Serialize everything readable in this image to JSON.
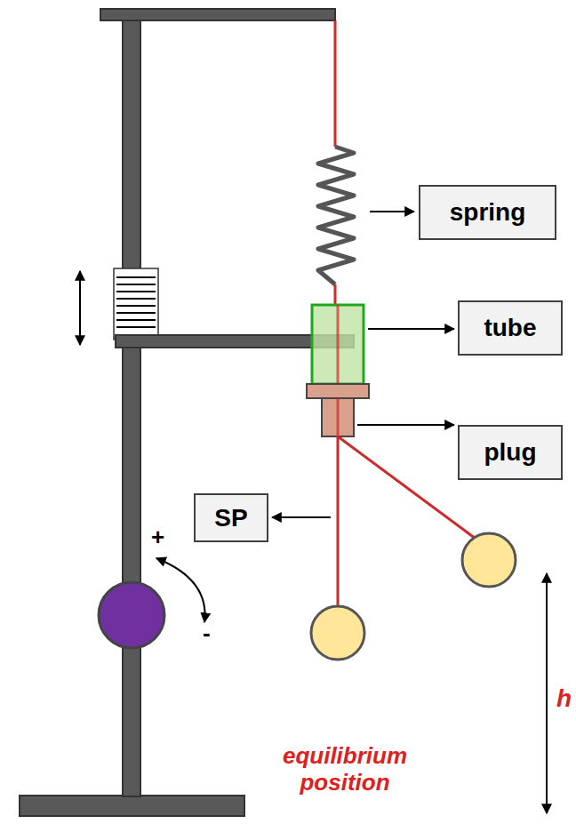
{
  "diagram": {
    "nodes": [
      {
        "text": [
          "spring"
        ]
      },
      {
        "text": [
          "tube"
        ]
      },
      {
        "text": [
          "plug"
        ]
      },
      {
        "text": [
          "SP"
        ]
      }
    ],
    "labels": [
      "+",
      "-",
      "h",
      "equilibrium position"
    ]
  }
}
